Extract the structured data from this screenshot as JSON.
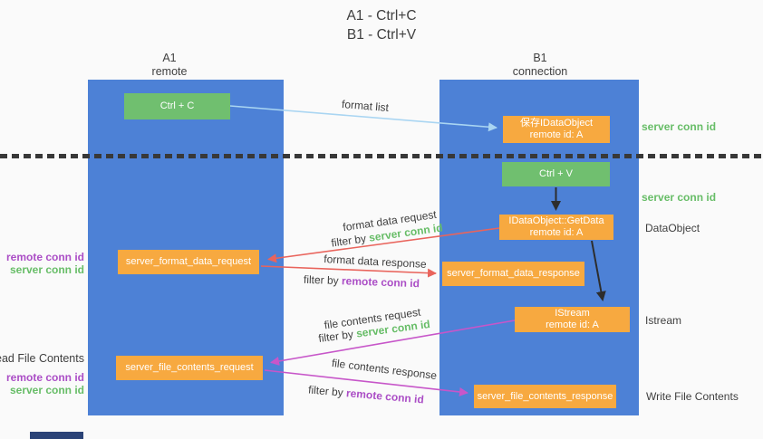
{
  "title": {
    "line1": "A1 - Ctrl+C",
    "line2": "B1 - Ctrl+V"
  },
  "columns": {
    "a1": {
      "name": "A1",
      "subtitle": "remote"
    },
    "b1": {
      "name": "B1",
      "subtitle": "connection"
    }
  },
  "nodes": {
    "ctrl_c": {
      "label": "Ctrl + C"
    },
    "ctrl_v": {
      "label": "Ctrl + V"
    },
    "save_dataobject": {
      "line1": "保存IDataObject",
      "line2": "remote id: A"
    },
    "getdata": {
      "line1": "IDataObject::GetData",
      "line2": "remote id: A"
    },
    "istream": {
      "line1": "IStream",
      "line2": "remote id: A"
    },
    "format_request": {
      "label": "server_format_data_request"
    },
    "format_response": {
      "label": "server_format_data_response"
    },
    "file_request": {
      "label": "server_file_contents_request"
    },
    "file_response": {
      "label": "server_file_contents_response"
    }
  },
  "side_labels": {
    "server_conn_id_top": "server conn id",
    "server_conn_id_mid": "server conn id",
    "dataobject": "DataObject",
    "istream": "Istream",
    "write_file_contents": "Write File Contents",
    "read_file_contents": "Read File Contents",
    "remote_conn_id_1": "remote conn id",
    "server_conn_id_1": "server conn id",
    "remote_conn_id_2": "remote conn id",
    "server_conn_id_2": "server conn id"
  },
  "arrow_labels": {
    "format_list": "format list",
    "format_data_request": "format data request",
    "format_data_response": "format data response",
    "file_contents_request": "file contents request",
    "file_contents_response": "file contents response",
    "filter_by": "filter by",
    "server_conn_id": "server conn id",
    "remote_conn_id": "remote conn id"
  },
  "colors": {
    "column-blue": "#4d81d6",
    "box-green": "#70bf6f",
    "box-orange": "#f7a940",
    "label-green": "#67bd67",
    "label-purple": "#ab4ec6",
    "arrow-red": "#e9645c",
    "arrow-magenta": "#c756c9",
    "arrow-lightblue": "#a9d5f2",
    "arrow-black": "#2d2d2d",
    "text-dark": "#3f3f3f",
    "background": "#fafafa",
    "fragment-navy": "#2b4377"
  }
}
